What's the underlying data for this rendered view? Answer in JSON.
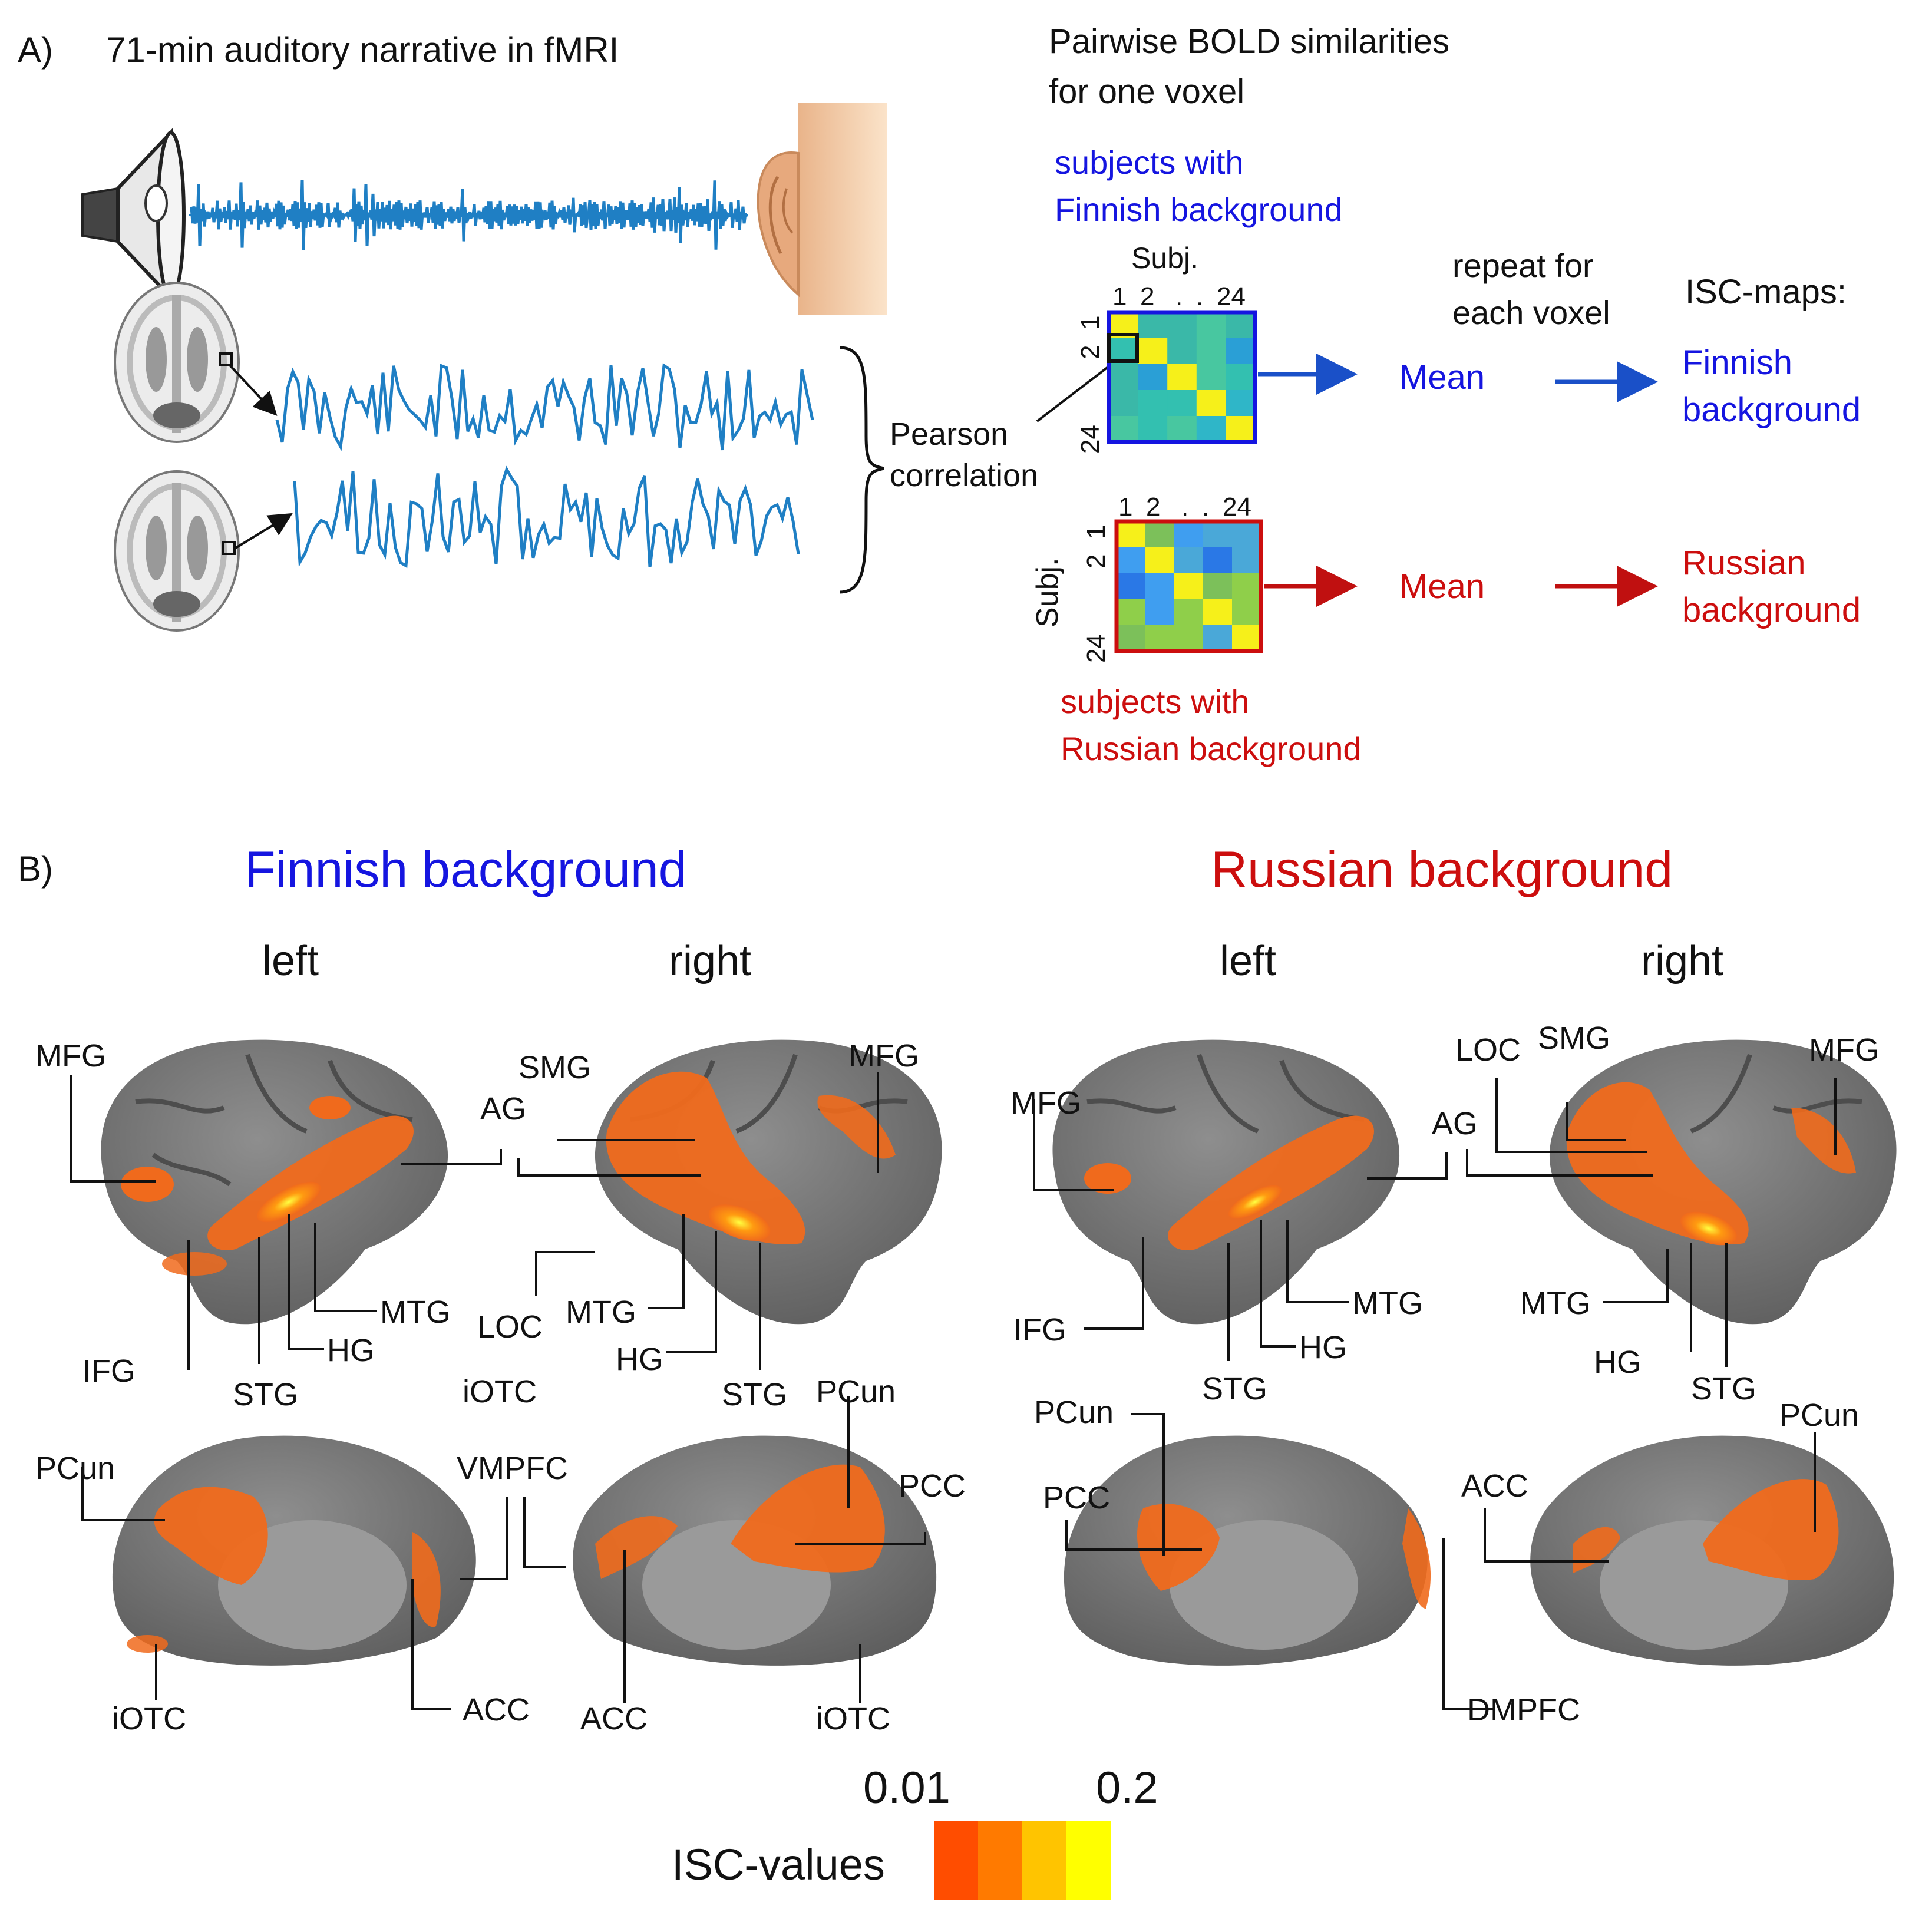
{
  "panel_a": {
    "label": "A)",
    "title": "71-min auditory narrative in fMRI",
    "similarity_title_line1": "Pairwise BOLD similarities",
    "similarity_title_line2": "for one voxel",
    "finnish_subjects_line1": "subjects with",
    "finnish_subjects_line2": "Finnish background",
    "russian_subjects_line1": "subjects with",
    "russian_subjects_line2": "Russian background",
    "subj_label": "Subj.",
    "matrix_ticks": {
      "one": "1",
      "two": "2",
      "dot": ".",
      "last": "24"
    },
    "pearson_line1": "Pearson",
    "pearson_line2": "correlation",
    "repeat_line1": "repeat for",
    "repeat_line2": "each voxel",
    "isc_maps": "ISC-maps:",
    "mean": "Mean",
    "finnish_line1": "Finnish",
    "finnish_line2": "background",
    "russian_line1": "Russian",
    "russian_line2": "background"
  },
  "panel_b": {
    "label": "B)",
    "finnish_title": "Finnish background",
    "russian_title": "Russian background",
    "left": "left",
    "right": "right",
    "regions": {
      "MFG": "MFG",
      "IFG": "IFG",
      "STG": "STG",
      "HG": "HG",
      "MTG": "MTG",
      "AG": "AG",
      "SMG": "SMG",
      "LOC": "LOC",
      "iOTC": "iOTC",
      "PCun": "PCun",
      "PCC": "PCC",
      "VMPFC": "VMPFC",
      "ACC": "ACC",
      "DMPFC": "DMPFC"
    }
  },
  "colorbar": {
    "title": "ISC-values",
    "min_label": "0.01",
    "max_label": "0.2",
    "colors": [
      "#ff4d00",
      "#ff7a00",
      "#ffc400",
      "#ffff00"
    ]
  },
  "colors": {
    "finnish": "#1515e0",
    "russian": "#cc0e0e",
    "signal": "#1f7fc4",
    "cortex": "#7a7a7a",
    "activation": "#f06a1c"
  }
}
